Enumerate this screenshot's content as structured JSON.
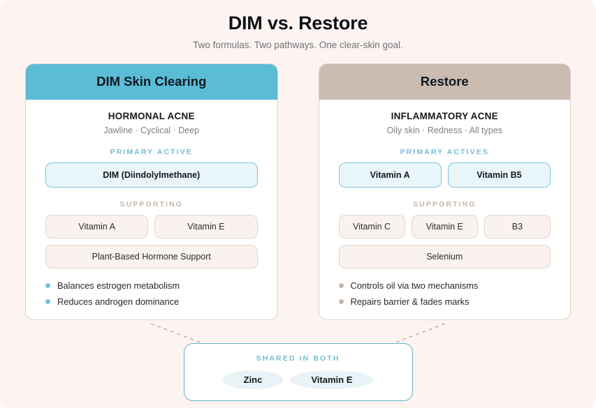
{
  "header": {
    "title": "DIM vs. Restore",
    "subtitle": "Two formulas. Two pathways. One clear-skin goal."
  },
  "colors": {
    "page_background": "#FDF4F2",
    "left_accent": "#5BBCD6",
    "right_accent": "#CBBCB1",
    "primary_pill_fill": "#E8F6FA",
    "primary_pill_border": "#7FC4DC",
    "supporting_pill_fill": "#FAF2EE",
    "supporting_pill_border": "#E3D6CD",
    "shared_border": "#62B3CF",
    "shared_pill_fill": "#E9F2F6",
    "card_border": "#DED2CA",
    "connector_line": "#A9A29C"
  },
  "cards": [
    {
      "title": "DIM Skin Clearing",
      "accent": "blue",
      "acne_type": "HORMONAL ACNE",
      "acne_desc": "Jawline · Cyclical · Deep",
      "primary_label": "PRIMARY ACTIVE",
      "primary_rows": [
        [
          "DIM (Diindolylmethane)"
        ]
      ],
      "supporting_label": "SUPPORTING",
      "supporting_rows": [
        [
          "Vitamin A",
          "Vitamin E"
        ],
        [
          "Plant-Based Hormone Support"
        ]
      ],
      "benefits": [
        "Balances estrogen metabolism",
        "Reduces androgen dominance"
      ]
    },
    {
      "title": "Restore",
      "accent": "taupe",
      "acne_type": "INFLAMMATORY ACNE",
      "acne_desc": "Oily skin · Redness · All types",
      "primary_label": "PRIMARY ACTIVES",
      "primary_rows": [
        [
          "Vitamin A",
          "Vitamin B5"
        ]
      ],
      "supporting_label": "SUPPORTING",
      "supporting_rows": [
        [
          "Vitamin C",
          "Vitamin E",
          "B3"
        ],
        [
          "Selenium"
        ]
      ],
      "benefits": [
        "Controls oil via two mechanisms",
        "Repairs barrier & fades marks"
      ]
    }
  ],
  "shared": {
    "label": "SHARED IN BOTH",
    "items": [
      "Zinc",
      "Vitamin E"
    ]
  }
}
